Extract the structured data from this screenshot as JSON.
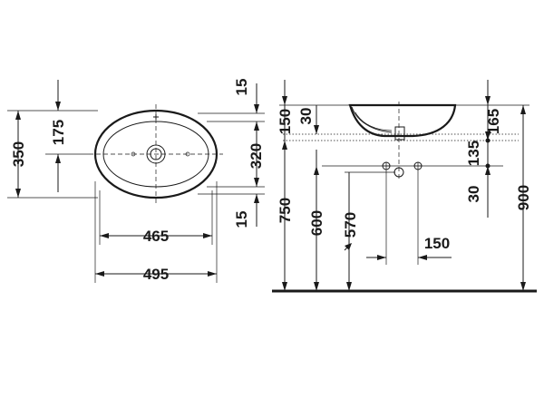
{
  "plan_view": {
    "overall_length": "495",
    "inner_length": "465",
    "overall_width": "350",
    "half_width": "175",
    "inner_width": "320",
    "rim_top": "15",
    "rim_bottom": "15"
  },
  "side_view": {
    "offset_150_left": "150",
    "bowl_height_30": "30",
    "bowl_height_165": "165",
    "tap_offset_135": "135",
    "tap_offset_30": "30",
    "height_750": "750",
    "height_600": "600",
    "height_570": "570",
    "offset_150_bottom": "150",
    "height_900": "900"
  }
}
